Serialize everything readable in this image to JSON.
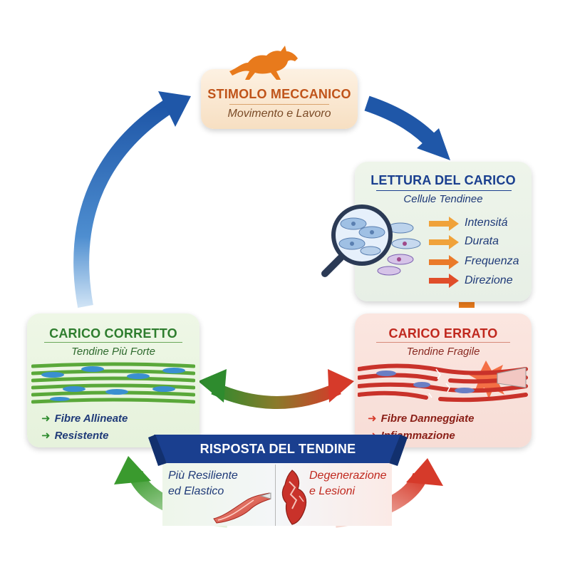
{
  "stimolo": {
    "title": "STIMOLO MECCANICO",
    "subtitle": "Movimento e Lavoro"
  },
  "lettura": {
    "title": "LETTURA DEL CARICO",
    "subtitle": "Cellule Tendinee",
    "parameters": [
      "Intensitá",
      "Durata",
      "Frequenza",
      "Direzione"
    ]
  },
  "corretto": {
    "title": "CARICO CORRETTO",
    "subtitle": "Tendine Più Forte",
    "bullets": [
      "Fibre Allineate",
      "Resistente"
    ]
  },
  "errato": {
    "title": "CARICO ERRATO",
    "subtitle": "Tendine Fragile",
    "bullets": [
      "Fibre Danneggiate",
      "Infiammazione"
    ]
  },
  "risposta": {
    "title": "RISPOSTA DEL TENDINE",
    "positive_line1": "Più Resiliente",
    "positive_line2": "ed Elastico",
    "negative_line1": "Degenerazione",
    "negative_line2": "e Lesioni"
  },
  "colors": {
    "blue": "#1f57a8",
    "green": "#2e8b2e",
    "red": "#d63a2a",
    "orange": "#e87a1c",
    "navy": "#1a3f8f"
  },
  "icons": [
    "horse-icon",
    "magnifier-icon",
    "muscle-icon",
    "damaged-muscle-icon"
  ]
}
